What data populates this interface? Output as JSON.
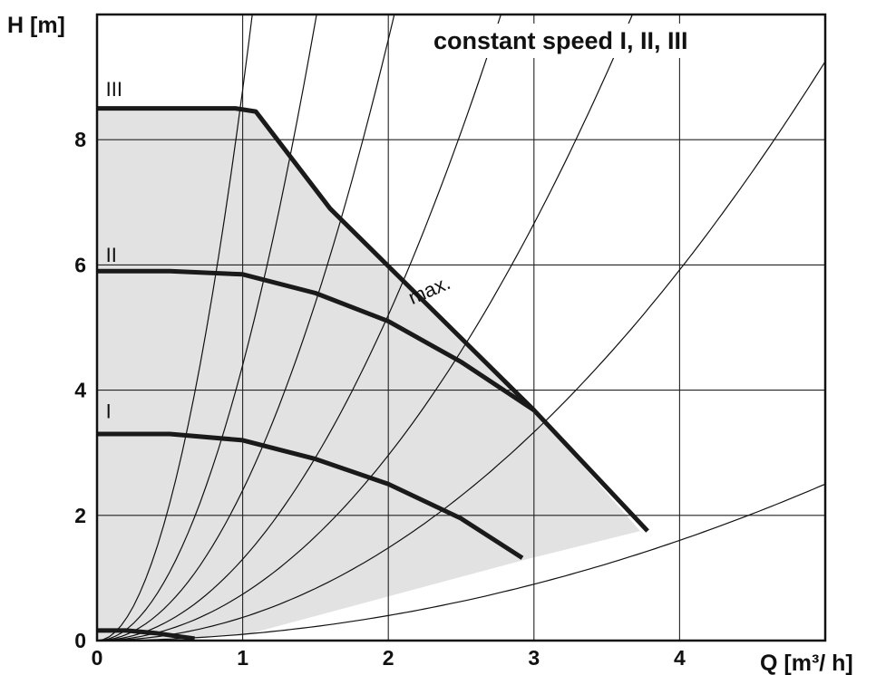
{
  "chart_data": {
    "type": "line",
    "title": "constant speed I, II, III",
    "xlabel": "Q [m³/ h]",
    "ylabel": "H [m]",
    "xlim": [
      0,
      5.0
    ],
    "ylim": [
      0,
      10.0
    ],
    "grid": true,
    "x_ticks": [
      0,
      1,
      2,
      3,
      4
    ],
    "y_ticks": [
      0,
      2,
      4,
      6,
      8
    ],
    "colors": {
      "curve": "#1a1a1a",
      "system": "#111111",
      "area": "#e2e2e2",
      "grid": "#222222"
    },
    "operating_area": {
      "points": [
        [
          0,
          8.5
        ],
        [
          0.95,
          8.5
        ],
        [
          1.09,
          8.45
        ],
        [
          1.6,
          6.9
        ],
        [
          3.0,
          3.68
        ],
        [
          3.73,
          1.75
        ],
        [
          2.95,
          1.3
        ],
        [
          1.0,
          0.08
        ],
        [
          0,
          0
        ]
      ]
    },
    "series": [
      {
        "name": "max.",
        "label_pos": [
          2.3,
          5.5
        ],
        "points": [
          [
            0,
            8.5
          ],
          [
            0.95,
            8.5
          ],
          [
            1.09,
            8.45
          ],
          [
            1.6,
            6.9
          ],
          [
            3.0,
            3.68
          ],
          [
            3.78,
            1.75
          ]
        ]
      },
      {
        "name": "III",
        "label_pos": [
          0.06,
          8.7
        ],
        "points": []
      },
      {
        "name": "II",
        "label_pos": [
          0.06,
          6.05
        ],
        "points": [
          [
            0,
            5.9
          ],
          [
            0.5,
            5.9
          ],
          [
            1.0,
            5.85
          ],
          [
            1.5,
            5.55
          ],
          [
            2.0,
            5.1
          ],
          [
            2.5,
            4.45
          ],
          [
            3.0,
            3.68
          ]
        ]
      },
      {
        "name": "I",
        "label_pos": [
          0.06,
          3.55
        ],
        "points": [
          [
            0,
            3.3
          ],
          [
            0.5,
            3.3
          ],
          [
            1.0,
            3.2
          ],
          [
            1.5,
            2.9
          ],
          [
            2.0,
            2.5
          ],
          [
            2.5,
            1.95
          ],
          [
            2.92,
            1.32
          ]
        ]
      },
      {
        "name": "",
        "points": [
          [
            0,
            0.16
          ],
          [
            0.2,
            0.16
          ],
          [
            0.4,
            0.12
          ],
          [
            0.55,
            0.07
          ],
          [
            0.67,
            0.03
          ]
        ]
      }
    ],
    "system_curves_k": [
      8.8,
      4.4,
      2.4,
      1.3,
      0.74,
      0.37,
      0.1
    ]
  }
}
